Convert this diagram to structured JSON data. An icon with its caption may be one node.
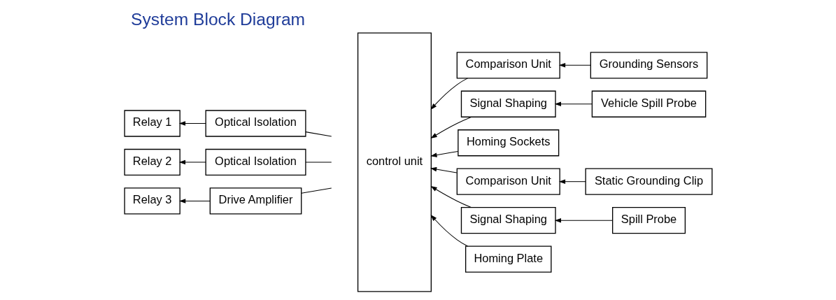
{
  "diagram": {
    "title": "System Block Diagram",
    "nodes": [
      {
        "text": [
          "Relay 1"
        ]
      },
      {
        "text": [
          "Optical Isolation"
        ]
      },
      {
        "text": [
          "control unit"
        ]
      },
      {
        "text": [
          "Comparison Unit"
        ]
      },
      {
        "text": [
          "Grounding Sensors"
        ]
      },
      {
        "text": [
          "Signal Shaping"
        ]
      },
      {
        "text": [
          "Vehicle Spill Probe"
        ]
      },
      {
        "text": [
          "Homing Sockets"
        ]
      },
      {
        "text": [
          "Relay 2"
        ]
      },
      {
        "text": [
          "Optical Isolation"
        ]
      },
      {
        "text": [
          "Comparison Unit"
        ]
      },
      {
        "text": [
          "Static Grounding Clip"
        ]
      },
      {
        "text": [
          "Signal Shaping"
        ]
      },
      {
        "text": [
          "Spill Probe"
        ]
      },
      {
        "text": [
          "Relay 3"
        ]
      },
      {
        "text": [
          "Drive Amplifier"
        ]
      },
      {
        "text": [
          "Homing Plate"
        ]
      }
    ],
    "edges": [
      {
        "from": 1,
        "to": 0,
        "arrow": "to"
      },
      {
        "from": null,
        "to": 1,
        "arrow": "none"
      },
      {
        "from": 3,
        "to": 2,
        "arrow": "to"
      },
      {
        "from": 4,
        "to": 3,
        "arrow": "to"
      },
      {
        "from": 5,
        "to": 2,
        "arrow": "to"
      },
      {
        "from": 6,
        "to": 5,
        "arrow": "to"
      },
      {
        "from": 7,
        "to": 2,
        "arrow": "to"
      },
      {
        "from": 9,
        "to": 8,
        "arrow": "to"
      },
      {
        "from": null,
        "to": 9,
        "arrow": "none"
      },
      {
        "from": 10,
        "to": 2,
        "arrow": "to"
      },
      {
        "from": 11,
        "to": 10,
        "arrow": "to"
      },
      {
        "from": 12,
        "to": 2,
        "arrow": "to"
      },
      {
        "from": 13,
        "to": 12,
        "arrow": "to"
      },
      {
        "from": 15,
        "to": 14,
        "arrow": "to"
      },
      {
        "from": null,
        "to": 15,
        "arrow": "none"
      },
      {
        "from": 16,
        "to": 2,
        "arrow": "to"
      }
    ]
  }
}
